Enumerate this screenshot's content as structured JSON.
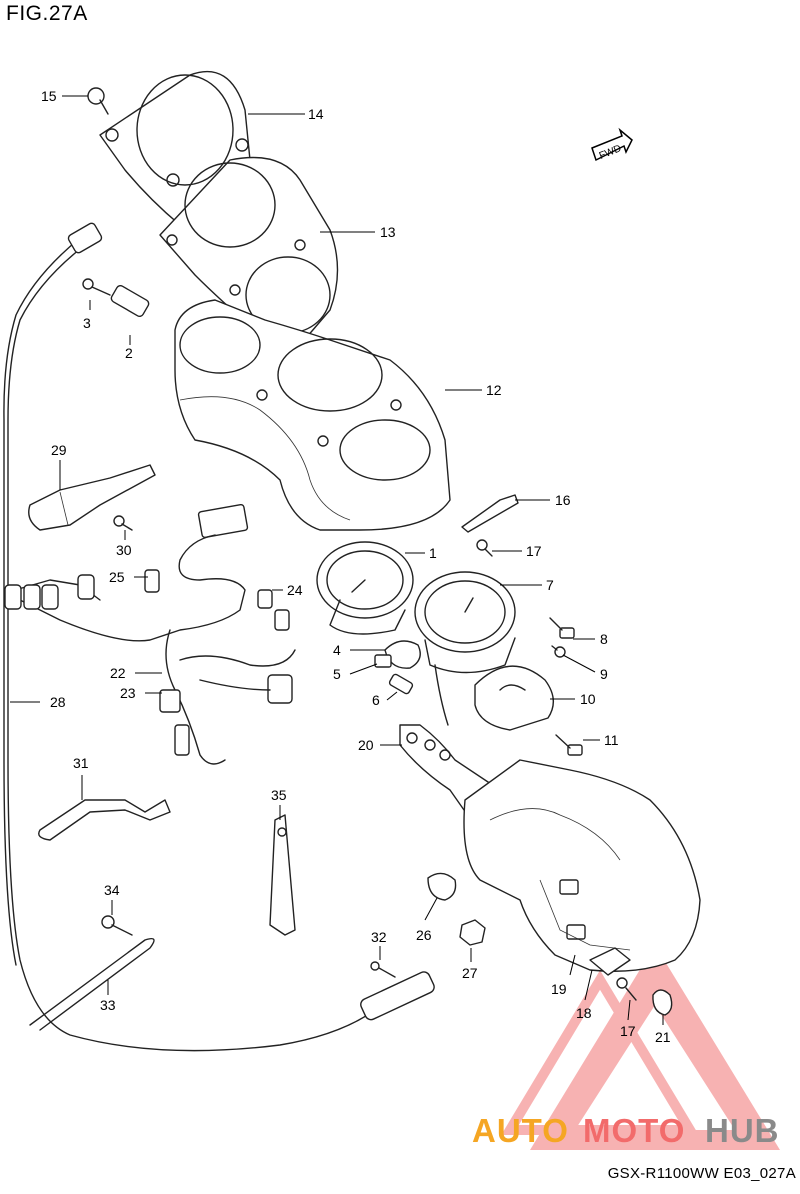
{
  "figure": {
    "title": "FIG.27A",
    "footer": "GSX-R1100WW  E03_027A"
  },
  "direction_badge": "FWD",
  "watermark": {
    "part_a": "AUTO",
    "part_b": "MOTO",
    "part_c": "HUB",
    "colors": {
      "orange": "#f5a623",
      "red": "#f26b6b",
      "grey": "#8a8a8a"
    }
  },
  "callouts": [
    {
      "id": "c1",
      "text": "1"
    },
    {
      "id": "c2",
      "text": "2"
    },
    {
      "id": "c3",
      "text": "3"
    },
    {
      "id": "c4",
      "text": "4"
    },
    {
      "id": "c5",
      "text": "5"
    },
    {
      "id": "c6",
      "text": "6"
    },
    {
      "id": "c7",
      "text": "7"
    },
    {
      "id": "c8",
      "text": "8"
    },
    {
      "id": "c9",
      "text": "9"
    },
    {
      "id": "c10",
      "text": "10"
    },
    {
      "id": "c11",
      "text": "11"
    },
    {
      "id": "c12",
      "text": "12"
    },
    {
      "id": "c13",
      "text": "13"
    },
    {
      "id": "c14",
      "text": "14"
    },
    {
      "id": "c15",
      "text": "15"
    },
    {
      "id": "c16",
      "text": "16"
    },
    {
      "id": "c17a",
      "text": "17"
    },
    {
      "id": "c17b",
      "text": "17"
    },
    {
      "id": "c18",
      "text": "18"
    },
    {
      "id": "c19",
      "text": "19"
    },
    {
      "id": "c20",
      "text": "20"
    },
    {
      "id": "c21",
      "text": "21"
    },
    {
      "id": "c22",
      "text": "22"
    },
    {
      "id": "c23",
      "text": "23"
    },
    {
      "id": "c24",
      "text": "24"
    },
    {
      "id": "c25",
      "text": "25"
    },
    {
      "id": "c26",
      "text": "26"
    },
    {
      "id": "c27",
      "text": "27"
    },
    {
      "id": "c28",
      "text": "28"
    },
    {
      "id": "c29",
      "text": "29"
    },
    {
      "id": "c30",
      "text": "30"
    },
    {
      "id": "c31",
      "text": "31"
    },
    {
      "id": "c32",
      "text": "32"
    },
    {
      "id": "c33",
      "text": "33"
    },
    {
      "id": "c34",
      "text": "34"
    },
    {
      "id": "c35",
      "text": "35"
    }
  ]
}
